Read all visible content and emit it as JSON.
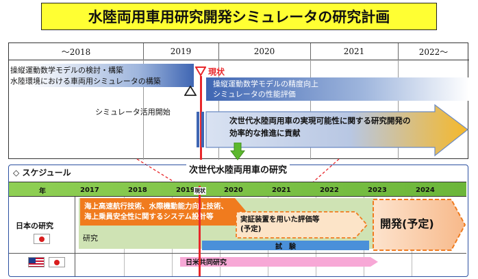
{
  "title": "水陸両用車用研究開発シミュレータの研究計画",
  "top_timeline": {
    "years": [
      "〜2018",
      "2019",
      "2020",
      "2021",
      "2022〜"
    ],
    "task1": [
      "操縦運動数学モデルの検討・構築",
      "水陸環境における車両用シミュレータの構築"
    ],
    "now_label": "現状",
    "task2": [
      "操縦運動数学モデルの精度向上",
      "シミュレータの性能評価"
    ],
    "sim_start": "シミュレータ活用開始",
    "contribution": [
      "次世代水陸両用車の実現可能性に関する研究開発の",
      "効率的な推進に貢献"
    ]
  },
  "research_title": "次世代水陸両用車の研究",
  "schedule": {
    "header": "◇ スケジュール",
    "year_label": "年",
    "years": [
      "2017",
      "2018",
      "2019",
      "2020",
      "2021",
      "2022",
      "2023",
      "2024"
    ],
    "now_label": "現状",
    "japan_row_label": "日本の研究",
    "research_label": "研究",
    "orange_bar": [
      "海上高速航行技術、水際機動能力向上技術、",
      "海上乗員安全性に関するシステム設計等"
    ],
    "eval_bar": [
      "実証装置を用いた評価等",
      "(予定)"
    ],
    "test_label": "試　験",
    "dev_label": "開発(予定)",
    "joint_label": "日米共同研究"
  },
  "colors": {
    "title_bg": "#ffff33",
    "now_red": "#e8262a",
    "schedule_border": "#2a4fa0",
    "orange": "#f07b1e",
    "green_band": "#cfe3b4",
    "test_blue": "#4a90d9",
    "joint_pink": "#f7a8d6",
    "arrow_green": "#5cb82e"
  }
}
